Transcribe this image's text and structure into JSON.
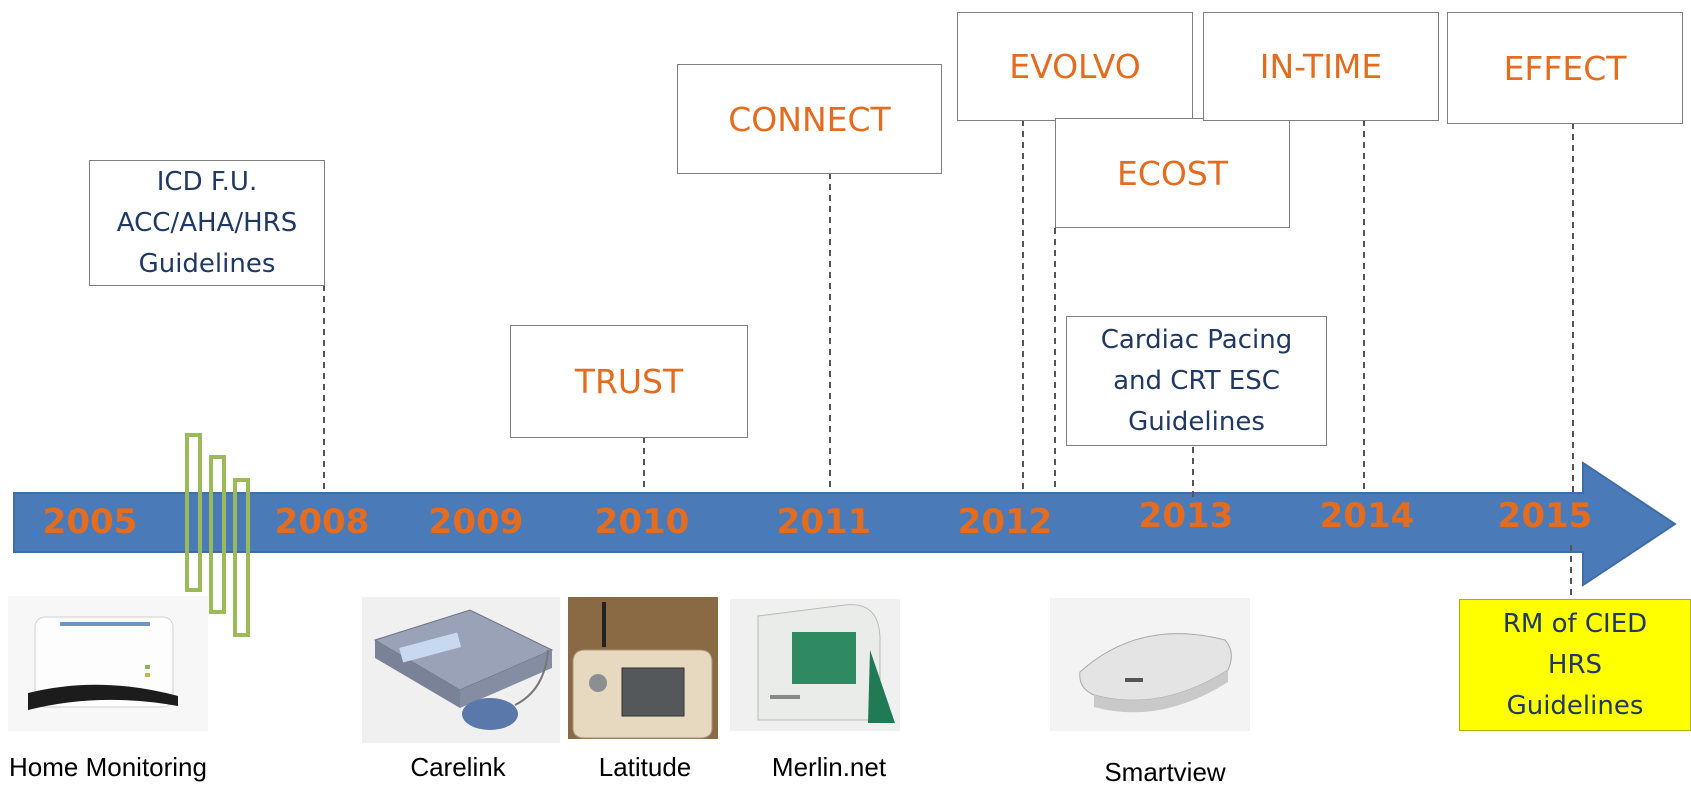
{
  "timeline": {
    "years": [
      "2005",
      "2008",
      "2009",
      "2010",
      "2011",
      "2012",
      "2013",
      "2014",
      "2015"
    ],
    "axis_color": "#4a7ab8",
    "year_color": "#e36c1f",
    "break_color": "#9bbb59"
  },
  "trials": [
    "TRUST",
    "CONNECT",
    "EVOLVO",
    "ECOST",
    "IN-TIME",
    "EFFECT"
  ],
  "guidelines": [
    "ICD F.U.\nACC/AHA/HRS\nGuidelines",
    "Cardiac Pacing\nand CRT ESC\nGuidelines",
    "RM of CIED\nHRS\nGuidelines"
  ],
  "devices": [
    "Home Monitoring",
    "Carelink",
    "Latitude",
    "Merlin.net",
    "Smartview"
  ],
  "colors": {
    "trial_text": "#e36c1f",
    "guideline_text": "#1f3864",
    "highlight": "#ffff00"
  }
}
